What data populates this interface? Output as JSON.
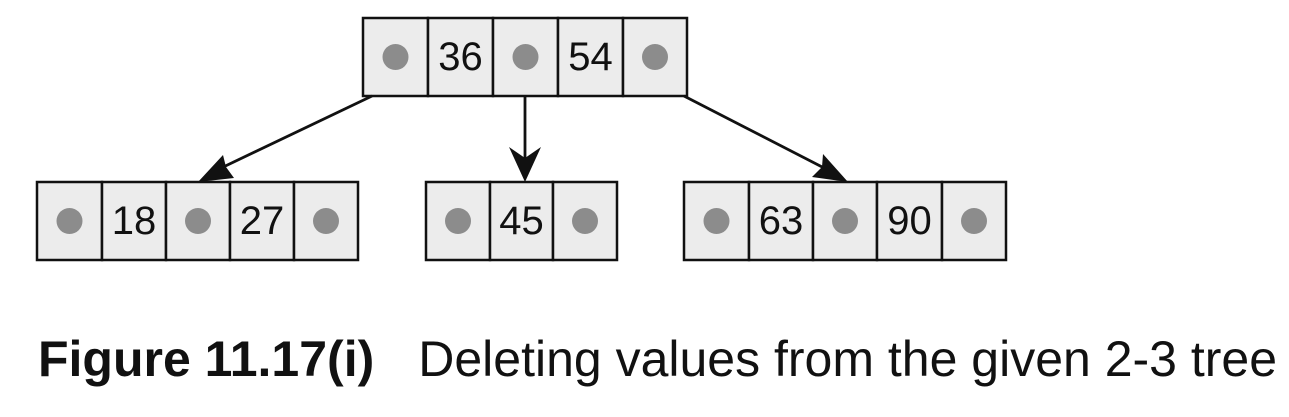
{
  "tree": {
    "root": {
      "keys": [
        "36",
        "54"
      ]
    },
    "children": [
      {
        "keys": [
          "18",
          "27"
        ]
      },
      {
        "keys": [
          "45"
        ]
      },
      {
        "keys": [
          "63",
          "90"
        ]
      }
    ]
  },
  "caption": {
    "label": "Figure 11.17(i)",
    "text": "Deleting values from the given 2-3 tree"
  },
  "colors": {
    "cell_fill": "#ececec",
    "pointer_dot": "#8c8c8c",
    "stroke": "#111111"
  }
}
